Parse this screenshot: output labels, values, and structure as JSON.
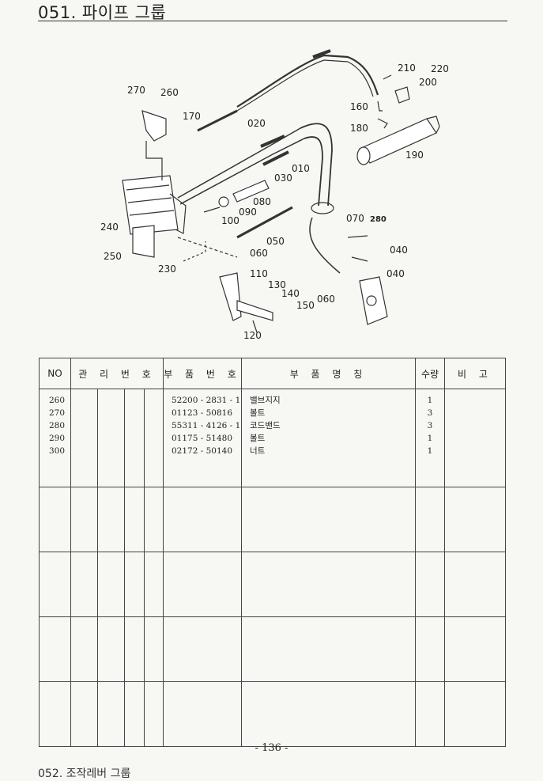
{
  "header": {
    "title": "051. 파이프 그룹"
  },
  "diagram": {
    "callouts": [
      "210",
      "220",
      "200",
      "160",
      "180",
      "190",
      "270",
      "260",
      "170",
      "020",
      "010",
      "030",
      "080",
      "090",
      "100",
      "240",
      "250",
      "230",
      "050",
      "060",
      "070",
      "280",
      "040",
      "040",
      "110",
      "130",
      "140",
      "150",
      "120",
      "060"
    ]
  },
  "table": {
    "headers": {
      "no": "NO",
      "mgmt": "관 리 번 호",
      "part_no": "부 품 번 호",
      "part_name": "부 품 명 칭",
      "qty": "수량",
      "remark": "비 고"
    },
    "rows": [
      {
        "no": "260",
        "part_no": "52200 - 2831 - 1",
        "part_name": "밸브지지",
        "qty": "1"
      },
      {
        "no": "270",
        "part_no": "01123 - 50816",
        "part_name": "볼트",
        "qty": "3"
      },
      {
        "no": "280",
        "part_no": "55311 - 4126 - 1",
        "part_name": "코드밴드",
        "qty": "3"
      },
      {
        "no": "290",
        "part_no": "01175 - 51480",
        "part_name": "볼트",
        "qty": "1"
      },
      {
        "no": "300",
        "part_no": "02172 - 50140",
        "part_name": "너트",
        "qty": "1"
      }
    ]
  },
  "footer": {
    "page_number": "- 136 -",
    "next_section": "052. 조작레버 그룹"
  }
}
